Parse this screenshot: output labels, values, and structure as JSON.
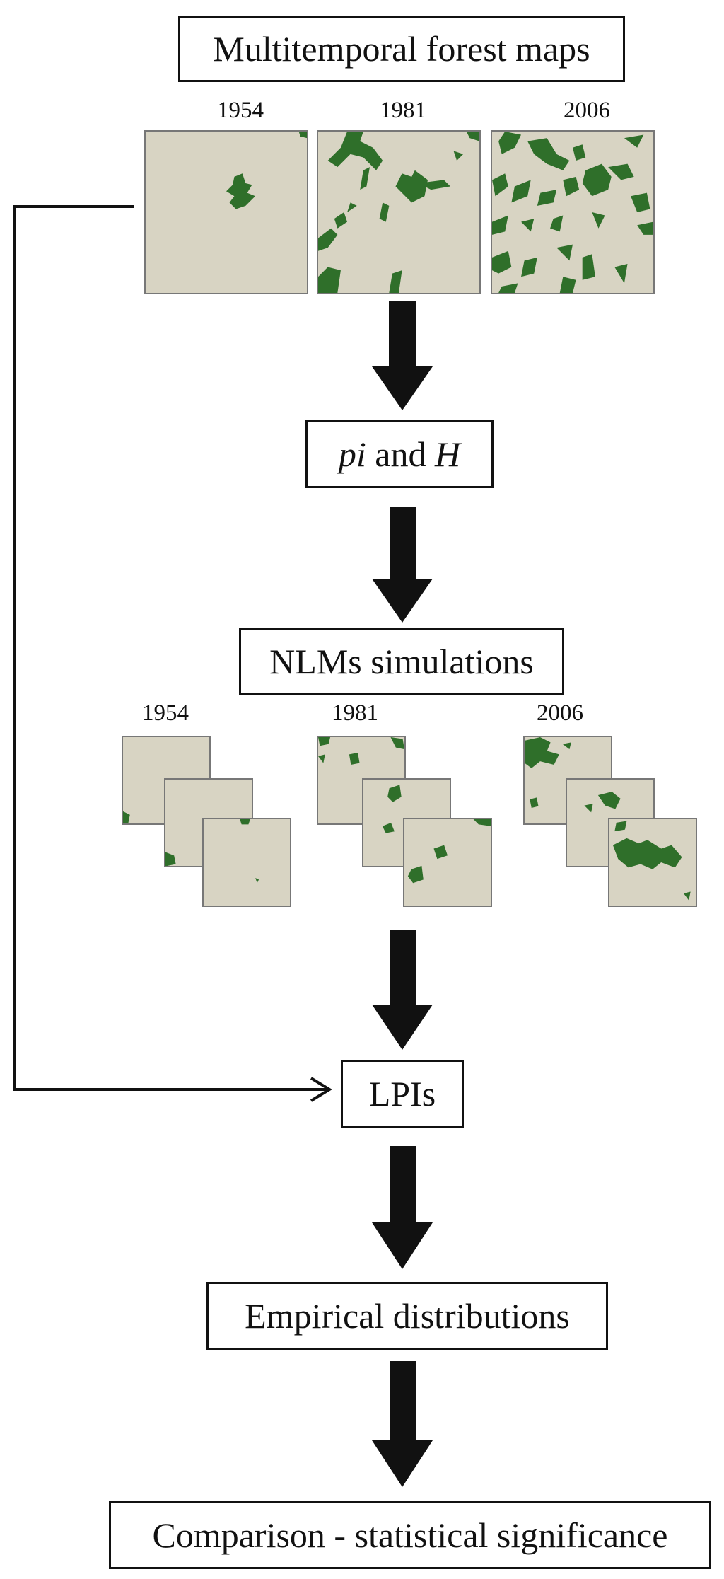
{
  "boxes": {
    "multitemporal": "Multitemporal forest maps",
    "pi_h": {
      "pi": "pi",
      "and": " and ",
      "h": "H"
    },
    "nlm": "NLMs simulations",
    "lpis": "LPIs",
    "empirical": "Empirical distributions",
    "comparison": "Comparison - statistical significance"
  },
  "map_years": [
    "1954",
    "1981",
    "2006"
  ],
  "sim_years": [
    "1954",
    "1981",
    "2006"
  ],
  "colors": {
    "forest": "#2f6f2a",
    "land": "#d8d4c3",
    "ink": "#111111"
  }
}
